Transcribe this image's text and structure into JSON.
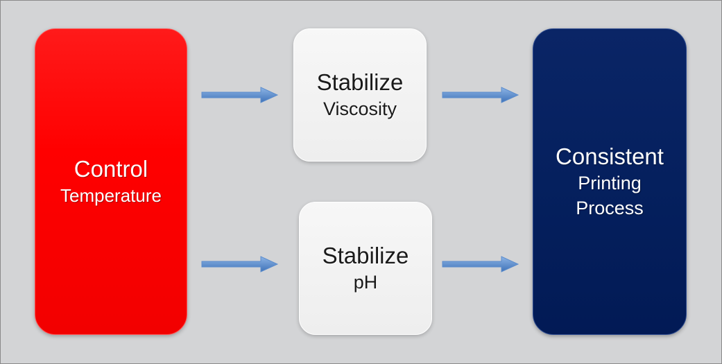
{
  "nodes": {
    "control": {
      "line1": "Control",
      "line2": "Temperature"
    },
    "viscosity": {
      "line1": "Stabilize",
      "line2": "Viscosity"
    },
    "ph": {
      "line1": "Stabilize",
      "line2": "pH"
    },
    "outcome": {
      "line1": "Consistent",
      "line2": "Printing",
      "line3": "Process"
    }
  },
  "colors": {
    "background": "#d3d4d6",
    "control_box": "#ff0000",
    "stabilize_box": "#f0f0f0",
    "outcome_box": "#05205e",
    "arrow": "#5b8ccc"
  }
}
